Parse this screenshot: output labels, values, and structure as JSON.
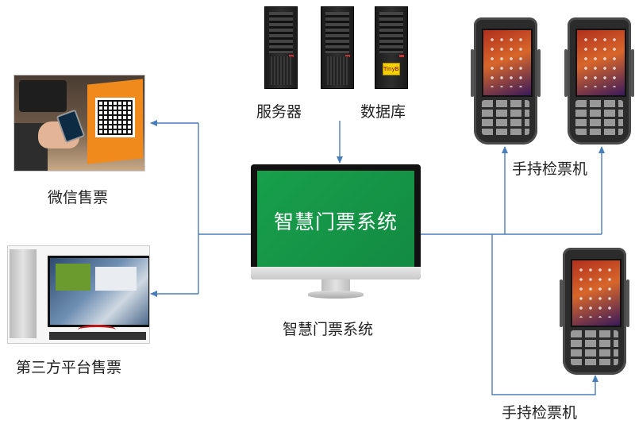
{
  "center": {
    "screen_text": "智慧门票系统",
    "caption": "智慧门票系统"
  },
  "servers": {
    "server_label": "服务器",
    "database_label": "数据库",
    "tag_text": "TinyBay"
  },
  "channels": {
    "wechat_label": "微信售票",
    "third_party_label": "第三方平台售票"
  },
  "devices": {
    "handheld_top_label": "手持检票机",
    "handheld_bottom_label": "手持检票机"
  },
  "colors": {
    "connector": "#4a7ebb",
    "screen_green": "#17a04c"
  }
}
